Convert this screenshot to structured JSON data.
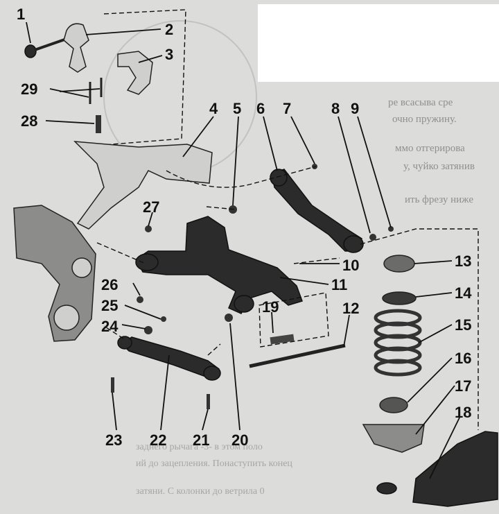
{
  "callouts": {
    "c1": "1",
    "c2": "2",
    "c3": "3",
    "c4": "4",
    "c5": "5",
    "c6": "6",
    "c7": "7",
    "c8": "8",
    "c9": "9",
    "c10": "10",
    "c11": "11",
    "c12": "12",
    "c13": "13",
    "c14": "14",
    "c15": "15",
    "c16": "16",
    "c17": "17",
    "c18": "18",
    "c19": "19",
    "c20": "20",
    "c21": "21",
    "c22": "22",
    "c23": "23",
    "c24": "24",
    "c25": "25",
    "c26": "26",
    "c27": "27",
    "c28": "28",
    "c29": "29"
  },
  "background_text": {
    "line1": "ре всасыва сре",
    "line2": "очно пружину.",
    "line3": "ммо отгерирова",
    "line4": "у, чуйко затянив",
    "line5": "ить фрезу ниже",
    "line6": "заднего рычага -3- в этом поло",
    "line7": "ий до зацепления. Понаступить конец",
    "line8": "затяни. С колонки до ветрила 0"
  },
  "colors": {
    "paper": "#dcdcda",
    "ink": "#111111",
    "part_dark": "#2b2b2b",
    "part_light": "#cfcfcd"
  }
}
